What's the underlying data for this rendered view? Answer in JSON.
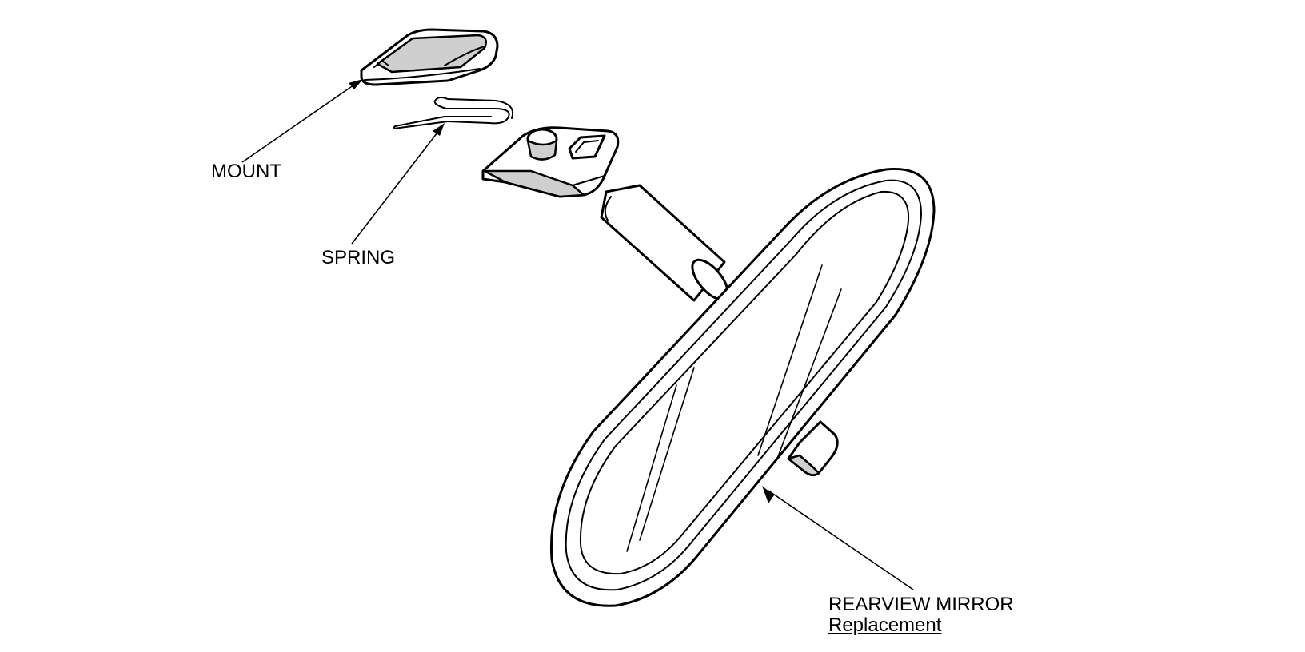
{
  "labels": {
    "mount": "MOUNT",
    "spring": "SPRING",
    "mirror": "REARVIEW MIRROR",
    "mirror_subtitle": "Replacement"
  },
  "colors": {
    "line": "#000000",
    "fill": "#ffffff",
    "shade": "#cfcfcf"
  }
}
